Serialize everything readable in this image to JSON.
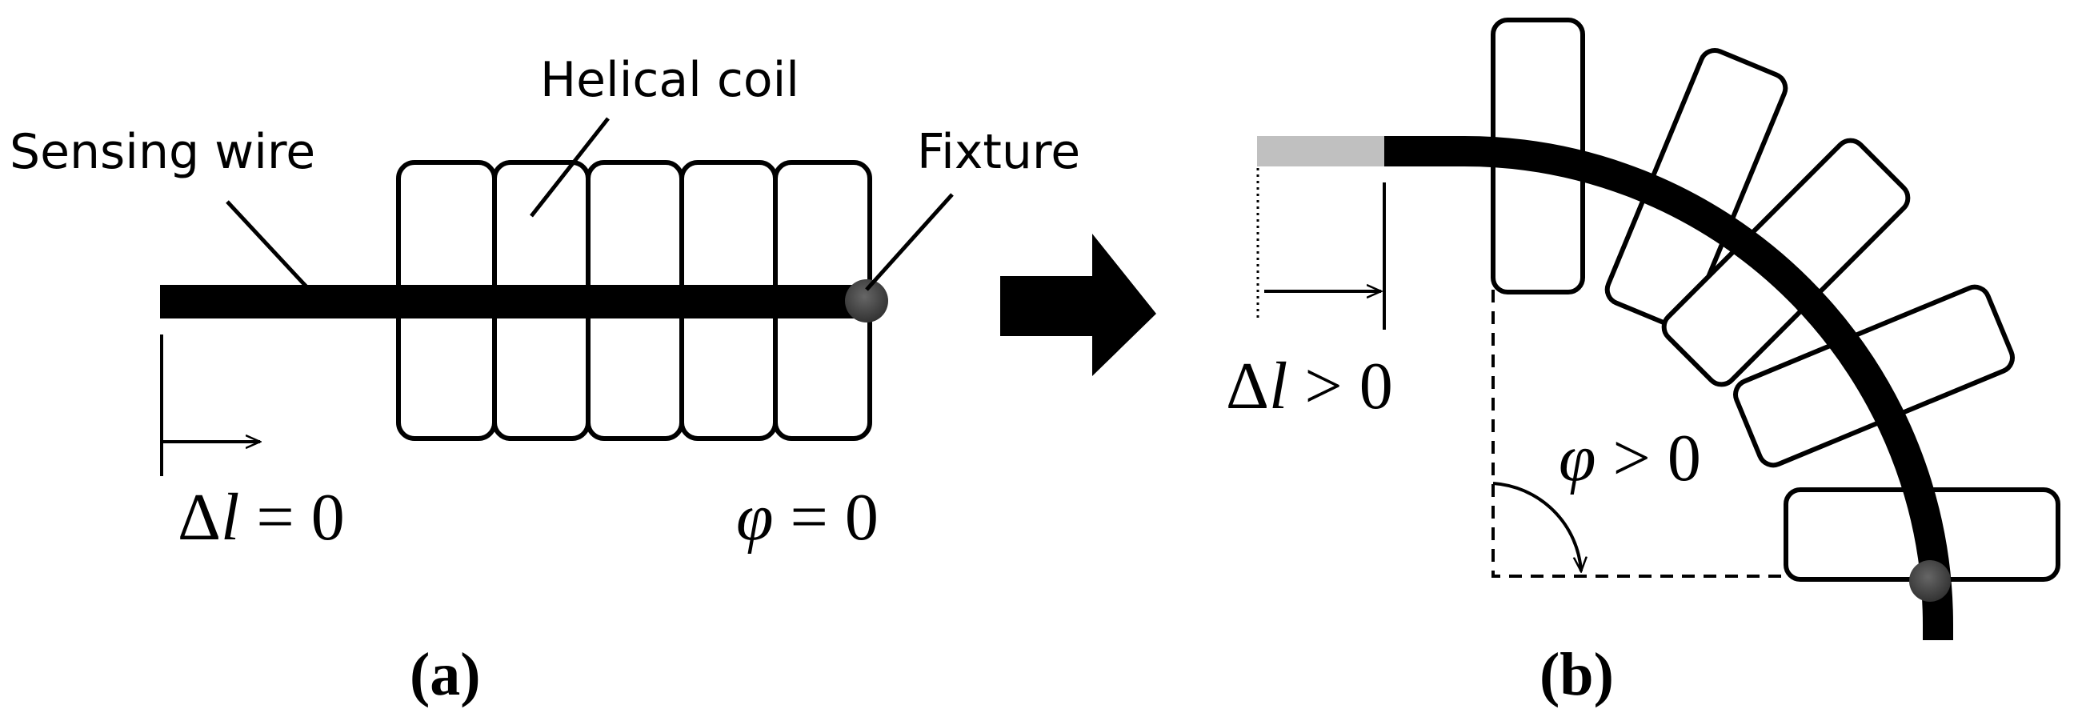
{
  "panel_a": {
    "label": "(a)",
    "labels": {
      "helical_coil": "Helical coil",
      "sensing_wire": "Sensing wire",
      "fixture": "Fixture"
    },
    "equations": {
      "delta_l": {
        "symbol": "Δ",
        "var": "l",
        "rel": " = 0"
      },
      "phi": {
        "var": "φ",
        "rel": " = 0"
      }
    },
    "coil_segments": 5
  },
  "panel_b": {
    "label": "(b)",
    "equations": {
      "delta_l": {
        "symbol": "Δ",
        "var": "l",
        "rel": " > 0"
      },
      "phi": {
        "var": "φ",
        "rel": " > 0"
      }
    },
    "coil_segments": 5
  },
  "colors": {
    "ink": "#000000",
    "fixture": "#444444",
    "wire_extension": "#c0c0c0"
  }
}
